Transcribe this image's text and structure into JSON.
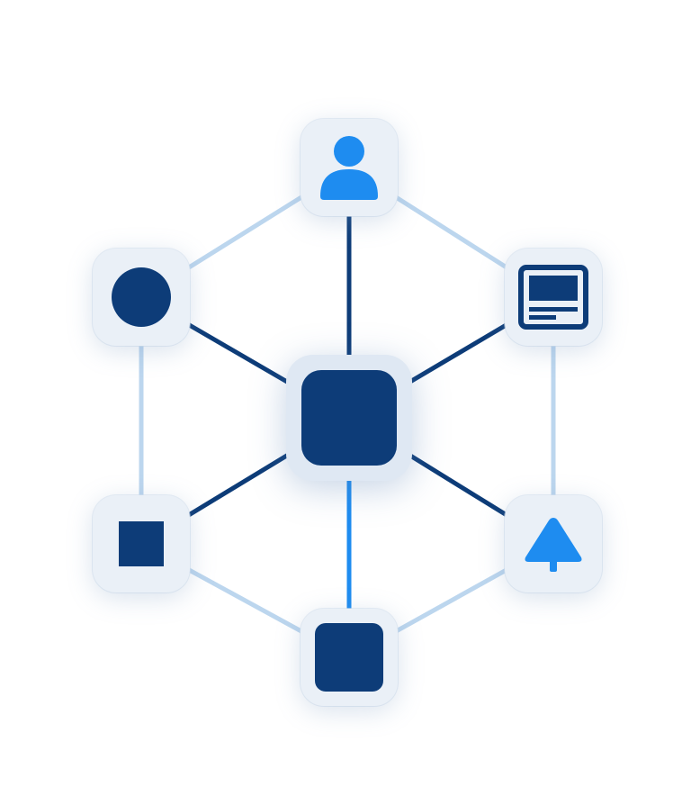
{
  "diagram": {
    "nodes": [
      {
        "id": "center",
        "icon": "rounded-square-icon"
      },
      {
        "id": "top",
        "icon": "user-icon"
      },
      {
        "id": "top-left",
        "icon": "circle-icon"
      },
      {
        "id": "top-right",
        "icon": "window-icon"
      },
      {
        "id": "bottom-left",
        "icon": "square-icon"
      },
      {
        "id": "bottom-right",
        "icon": "triangle-tree-icon"
      },
      {
        "id": "bottom",
        "icon": "rounded-square-icon"
      }
    ],
    "edges": [
      {
        "from": "top",
        "to": "center",
        "style": "strong"
      },
      {
        "from": "top-left",
        "to": "center",
        "style": "strong"
      },
      {
        "from": "top-right",
        "to": "center",
        "style": "strong"
      },
      {
        "from": "bottom-left",
        "to": "center",
        "style": "strong"
      },
      {
        "from": "bottom-right",
        "to": "center",
        "style": "strong"
      },
      {
        "from": "bottom",
        "to": "center",
        "style": "accent"
      },
      {
        "from": "top",
        "to": "top-left",
        "style": "light"
      },
      {
        "from": "top",
        "to": "top-right",
        "style": "light"
      },
      {
        "from": "top-left",
        "to": "bottom-left",
        "style": "light"
      },
      {
        "from": "top-right",
        "to": "bottom-right",
        "style": "light"
      },
      {
        "from": "bottom-left",
        "to": "bottom",
        "style": "light"
      },
      {
        "from": "bottom-right",
        "to": "bottom",
        "style": "light"
      }
    ],
    "colors": {
      "navy": "#0d3c78",
      "accent": "#1e8cf0",
      "light_edge": "#bcd6ee",
      "node_bg": "#eaf0f7"
    }
  }
}
